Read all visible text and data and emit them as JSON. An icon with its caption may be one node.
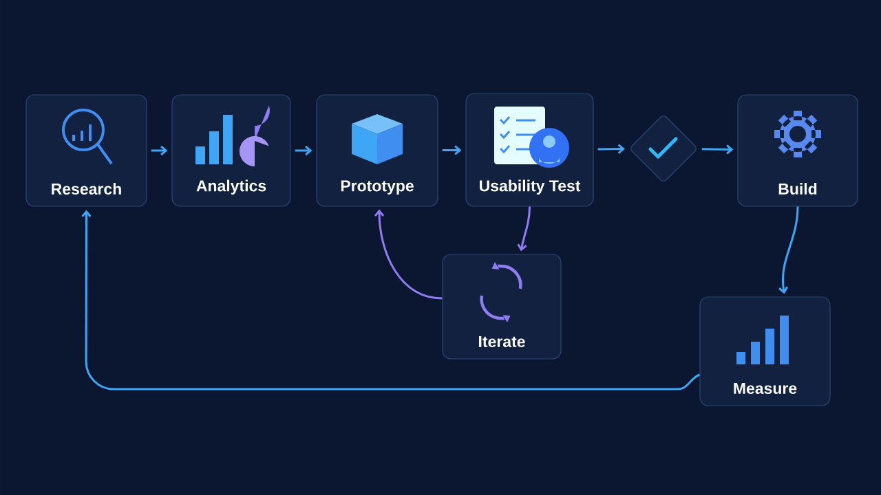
{
  "diagram": {
    "nodes": [
      {
        "text": [
          "Research"
        ]
      },
      {
        "text": [
          "Analytics"
        ]
      },
      {
        "text": [
          "Prototype"
        ]
      },
      {
        "text": [
          "Usability Test"
        ]
      },
      {
        "text": [],
        "shape": "diamond"
      },
      {
        "text": [
          "Build"
        ]
      },
      {
        "text": [
          "Iterate"
        ]
      },
      {
        "text": [
          "Measure"
        ]
      }
    ],
    "edges": [
      {
        "from": 0,
        "to": 1,
        "arrow": "to"
      },
      {
        "from": 1,
        "to": 2,
        "arrow": "to"
      },
      {
        "from": 2,
        "to": 3,
        "arrow": "to"
      },
      {
        "from": 3,
        "to": 4,
        "arrow": "to"
      },
      {
        "from": 4,
        "to": 5,
        "arrow": "to"
      },
      {
        "from": 3,
        "to": 6,
        "arrow": "to",
        "color": "#8f7cf2"
      },
      {
        "from": 6,
        "to": 2,
        "arrow": "to",
        "color": "#8f7cf2"
      },
      {
        "from": 5,
        "to": 7,
        "arrow": "to"
      },
      {
        "from": 7,
        "to": 0,
        "arrow": "to"
      }
    ]
  }
}
